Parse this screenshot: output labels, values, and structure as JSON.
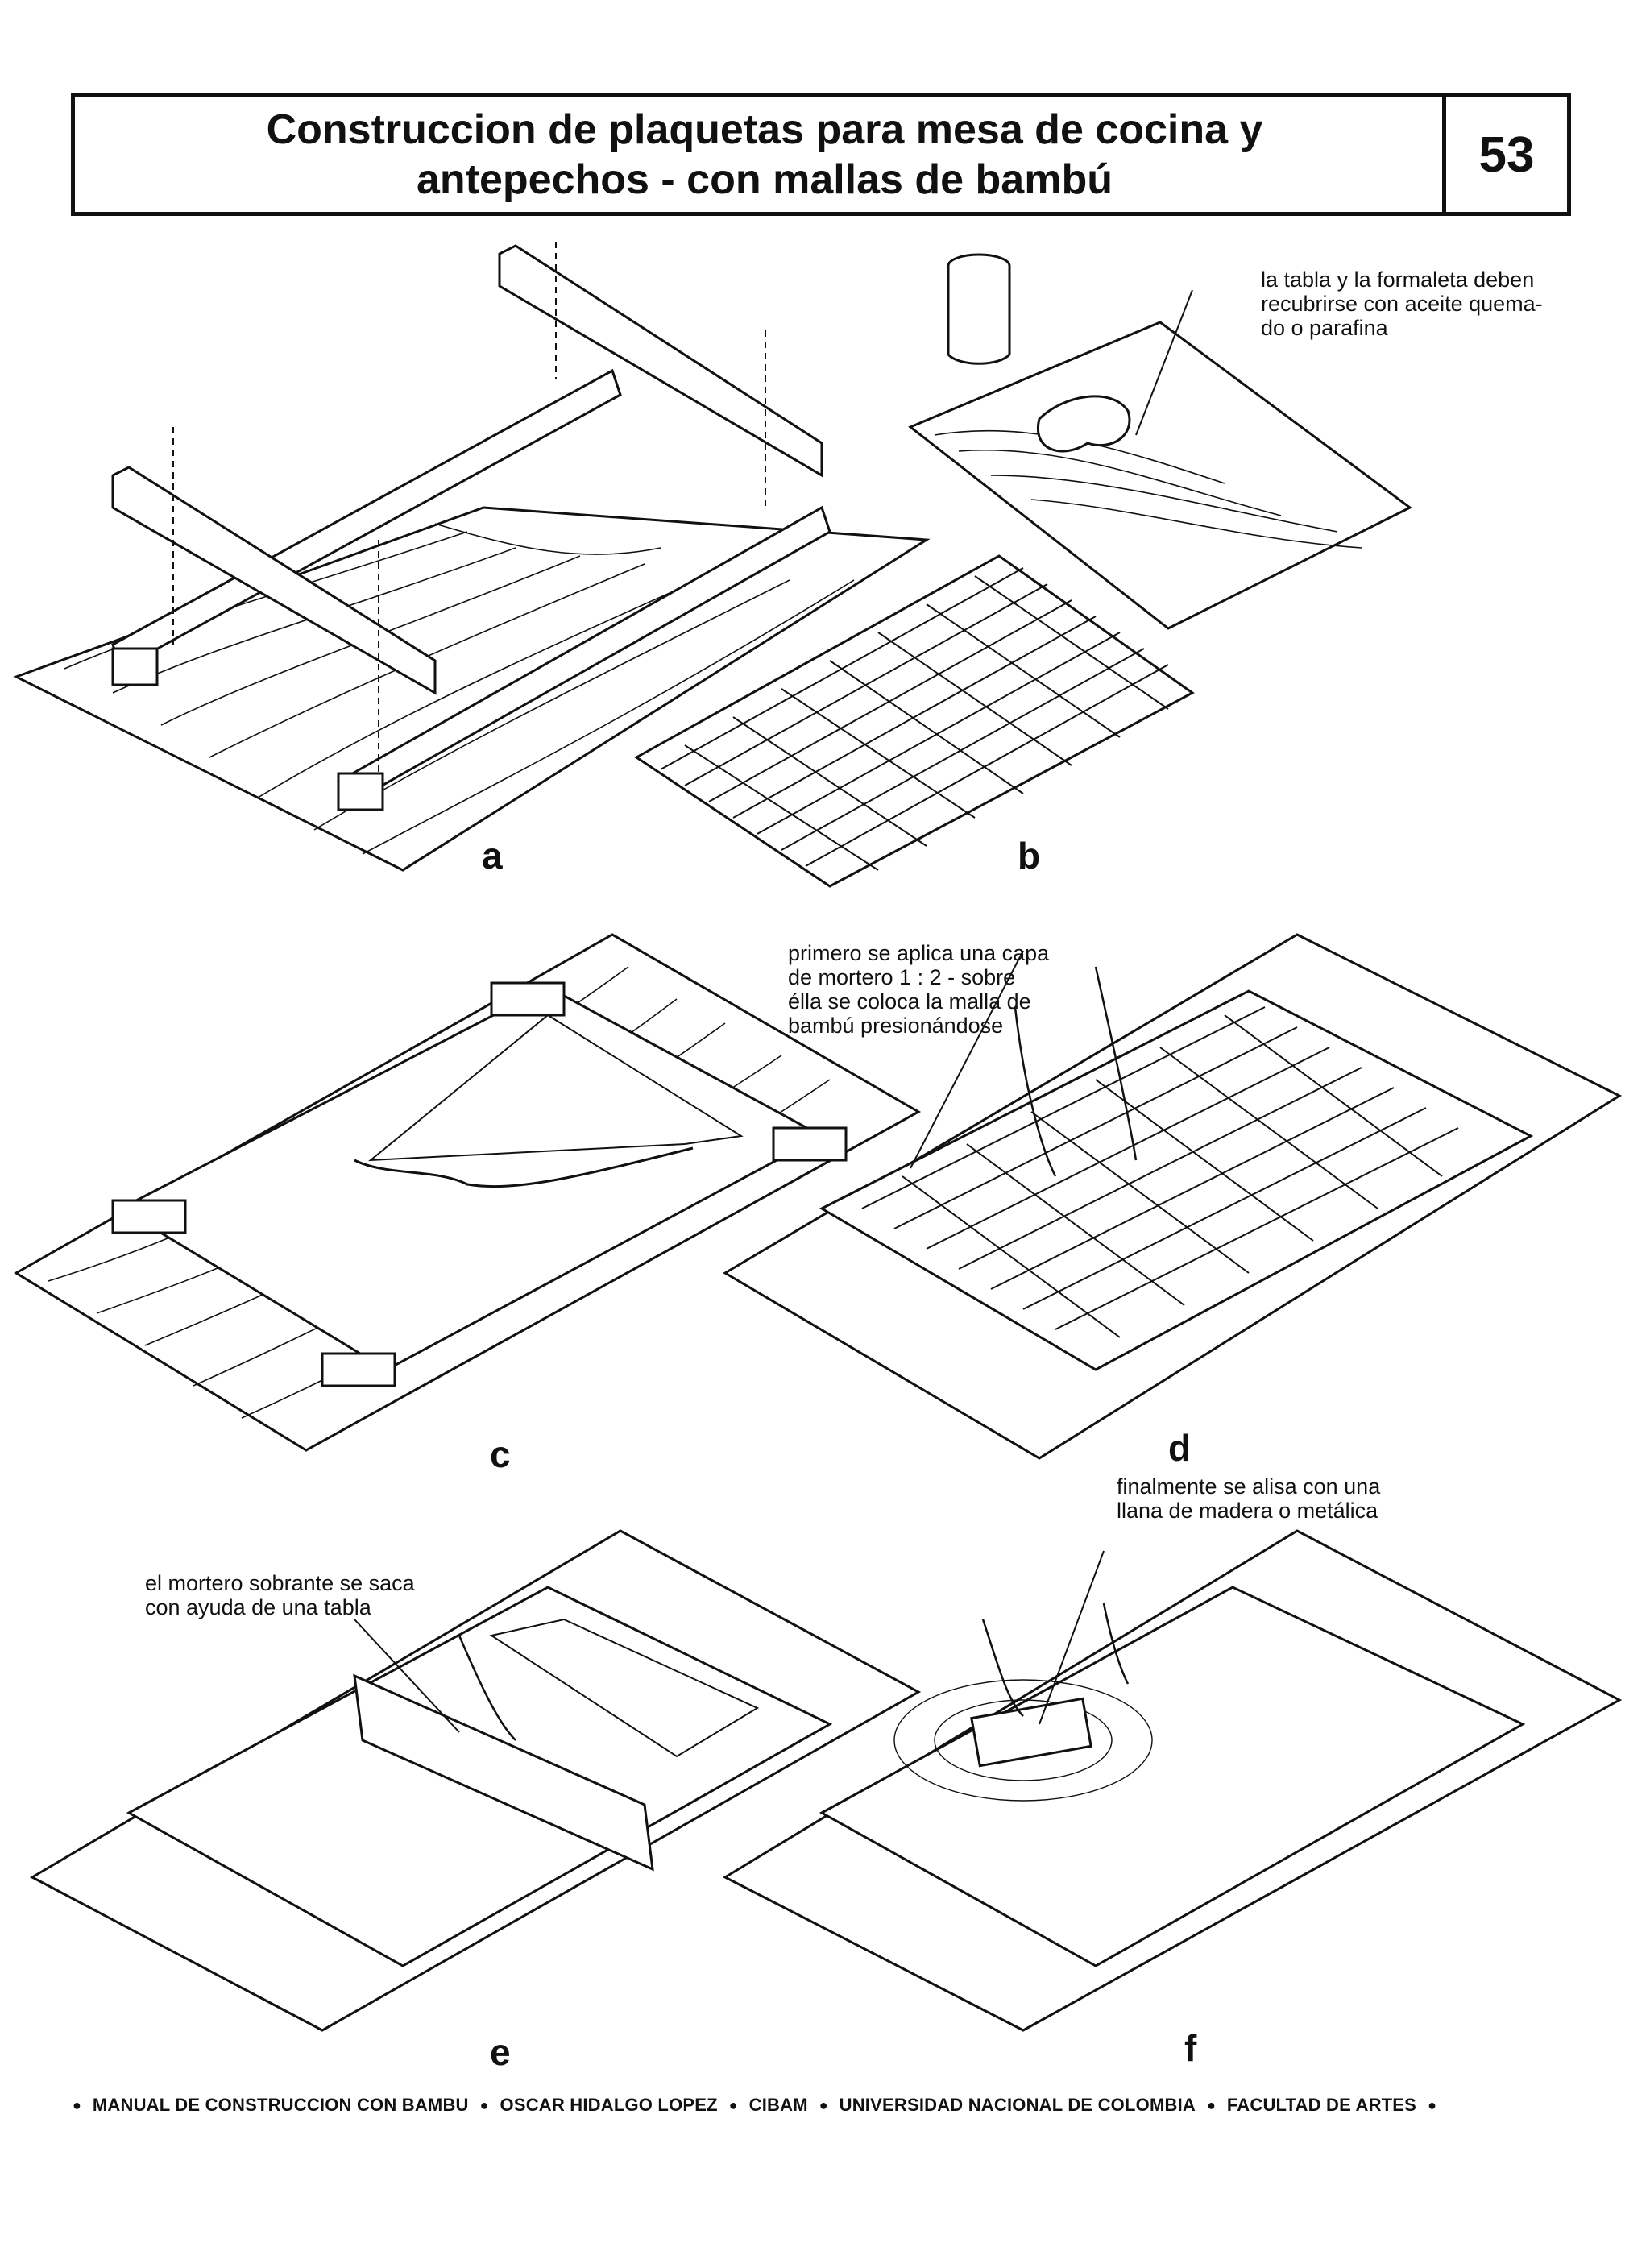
{
  "header": {
    "title_line1": "Construccion de plaquetas para mesa de cocina y",
    "title_line2": "antepechos - con mallas de bambú",
    "page_number": "53"
  },
  "panels": {
    "a": {
      "label": "a"
    },
    "b": {
      "label": "b",
      "note": "la tabla y la formaleta deben\nrecubrirse con aceite quema-\ndo o parafina"
    },
    "c": {
      "label": "c"
    },
    "d": {
      "label": "d",
      "note": "primero se aplica una capa\nde mortero  1  :  2 - sobre\nélla se coloca la malla de\nbambú presionándose"
    },
    "e": {
      "label": "e",
      "note": "el mortero sobrante se saca\ncon ayuda de una tabla"
    },
    "f": {
      "label": "f",
      "note": "finalmente se alisa con una\nllana de madera o metálica"
    }
  },
  "footer": {
    "items": [
      "MANUAL DE CONSTRUCCION CON BAMBU",
      "OSCAR HIDALGO LOPEZ",
      "CIBAM",
      "UNIVERSIDAD NACIONAL DE COLOMBIA",
      "FACULTAD DE ARTES"
    ]
  }
}
